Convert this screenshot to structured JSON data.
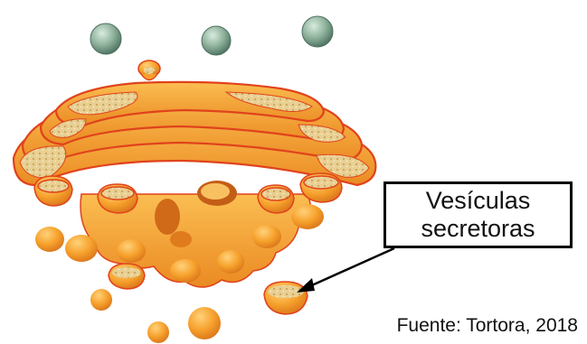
{
  "label": {
    "line1": "Vesículas",
    "line2": "secretoras"
  },
  "source": "Fuente: Tortora, 2018",
  "colors": {
    "golgi_fill": "#f6a12c",
    "golgi_outline": "#e0431c",
    "lumen_speckle": "#e8cf93",
    "transport_vesicle": "#8fb29c"
  }
}
